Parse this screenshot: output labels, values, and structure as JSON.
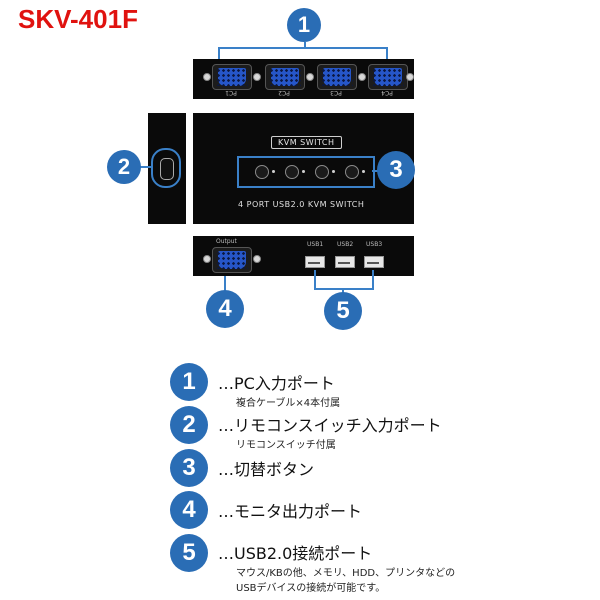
{
  "title": "SKV-401F",
  "device": {
    "pc_ports": [
      "PC1",
      "PC2",
      "PC3",
      "PC4"
    ],
    "front_logo": "KVM SWITCH",
    "front_caption": "4 PORT USB2.0 KVM SWITCH",
    "output_label": "Output",
    "usb_labels": [
      "USB1",
      "USB2",
      "USB3"
    ]
  },
  "callout_numbers": [
    "1",
    "2",
    "3",
    "4",
    "5"
  ],
  "legend": [
    {
      "number": "1",
      "title": "…PC入力ポート",
      "sub": "複合ケーブル×4本付属"
    },
    {
      "number": "2",
      "title": "…リモコンスイッチ入力ポート",
      "sub": "リモコンスイッチ付属"
    },
    {
      "number": "3",
      "title": "…切替ボタン",
      "sub": ""
    },
    {
      "number": "4",
      "title": "…モニタ出力ポート",
      "sub": ""
    },
    {
      "number": "5",
      "title": "…USB2.0接続ポート",
      "sub": "マウス/KBの他、メモリ、HDD、プリンタなどの",
      "sub2": "USBデバイスの接続が可能です。"
    }
  ],
  "colors": {
    "accent": "#2a6db5",
    "title_red": "#e0120f",
    "panel": "#0a0a0a"
  }
}
